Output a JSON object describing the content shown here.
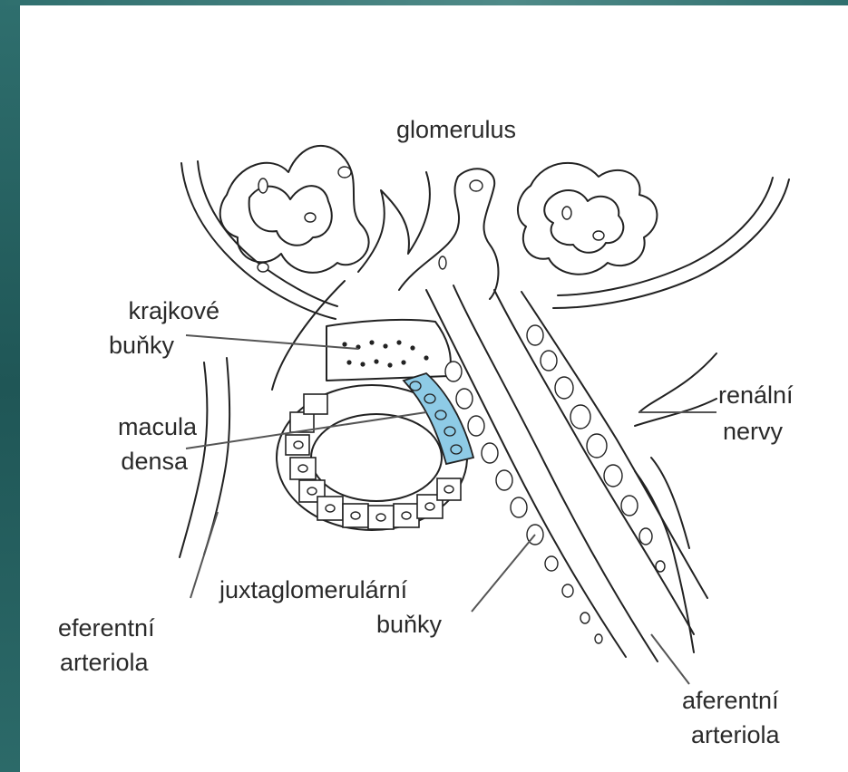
{
  "labels": {
    "glomerulus": "glomerulus",
    "lacy_cells_1": "krajkové",
    "lacy_cells_2": "buňky",
    "macula_1": "macula",
    "macula_2": "densa",
    "renal_1": "renální",
    "renal_2": "nervy",
    "jg_1": "juxtaglomerulární",
    "jg_2": "buňky",
    "efferent_1": "eferentní",
    "efferent_2": "arteriola",
    "afferent_1": "aferentní",
    "afferent_2": "arteriola"
  },
  "colors": {
    "background": "#ffffff",
    "slide_accent": "#2f6f6e",
    "line": "#222222",
    "macula_densa_fill": "#8ecbe6"
  }
}
